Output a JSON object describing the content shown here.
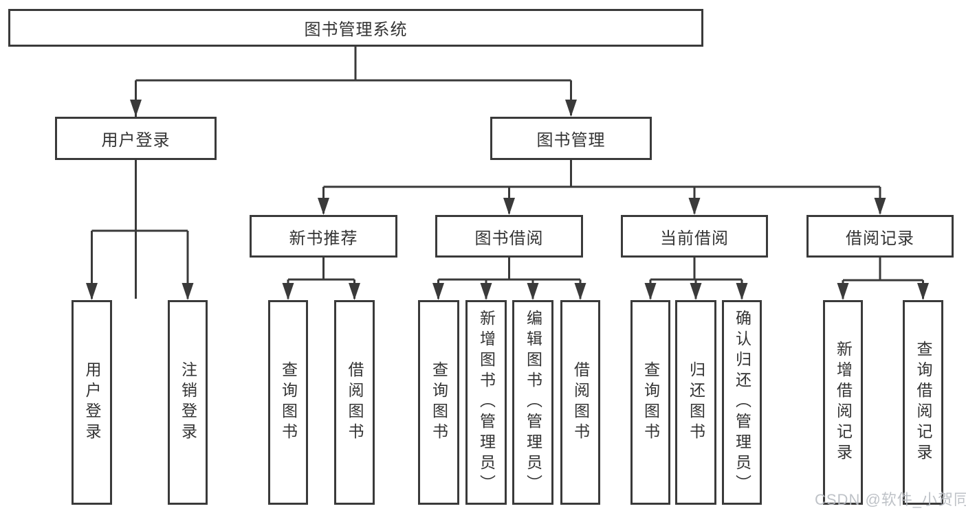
{
  "diagram": {
    "root": {
      "label": "图书管理系统"
    },
    "level2": [
      {
        "label": "用户登录"
      },
      {
        "label": "图书管理"
      }
    ],
    "level3": [
      {
        "label": "新书推荐"
      },
      {
        "label": "图书借阅"
      },
      {
        "label": "当前借阅"
      },
      {
        "label": "借阅记录"
      }
    ],
    "leaves": [
      {
        "label": "用户登录"
      },
      {
        "label": "注销登录"
      },
      {
        "label": "查询图书"
      },
      {
        "label": "借阅图书"
      },
      {
        "label": "查询图书"
      },
      {
        "label": "新增图书（管理员）"
      },
      {
        "label": "编辑图书（管理员）"
      },
      {
        "label": "借阅图书"
      },
      {
        "label": "查询图书"
      },
      {
        "label": "归还图书"
      },
      {
        "label": "确认归还（管理员）"
      },
      {
        "label": "新增借阅记录"
      },
      {
        "label": "查询借阅记录"
      }
    ]
  },
  "watermark": {
    "text": "CSDN @软件_小贺同学"
  },
  "colors": {
    "line": "#3a3a3a",
    "border": "#3a3a3a",
    "text": "#333333",
    "background": "#ffffff",
    "watermark": "#b9bdc3"
  }
}
